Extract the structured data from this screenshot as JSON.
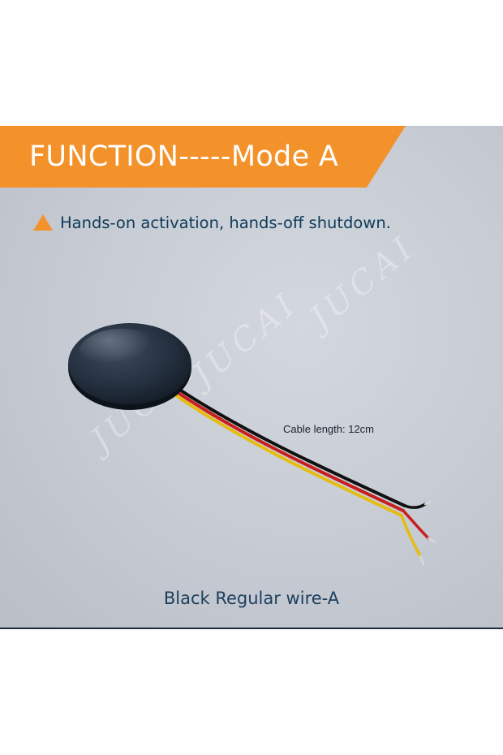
{
  "banner": {
    "title": "FUNCTION-----Mode A",
    "color": "#f3922a"
  },
  "feature": {
    "icon": "warning-triangle-icon",
    "text": "Hands-on activation, hands-off shutdown."
  },
  "product": {
    "cable_label": "Cable length: 12cm",
    "caption": "Black Regular wire-A"
  },
  "watermark": {
    "text": "JUCAI"
  }
}
